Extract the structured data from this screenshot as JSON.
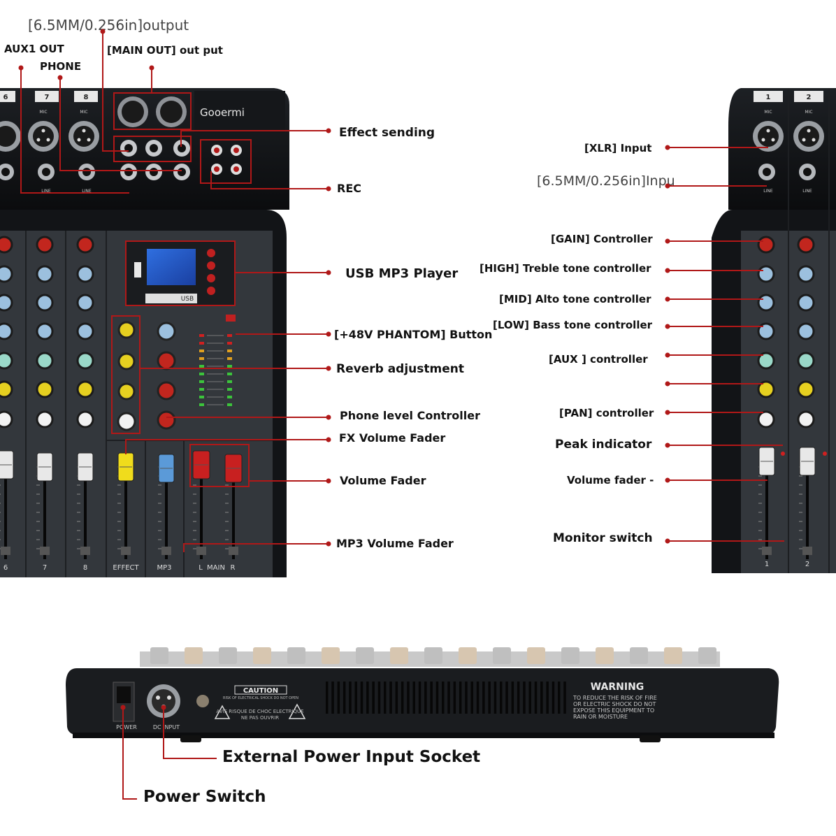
{
  "brand": "Gooermi",
  "colors": {
    "callout": "#b01818",
    "panel": "#2c2f33",
    "body": "#101215",
    "led_green": "#3cc43c",
    "led_amber": "#e0a020",
    "led_red": "#d02020"
  },
  "top_labels": {
    "output_6_5mm": "[6.5MM/0.256in]output",
    "aux1_out": "AUX1 OUT",
    "phone": "PHONE",
    "main_out": "[MAIN OUT] out put"
  },
  "front_callouts": [
    "Effect sending",
    "REC",
    "USB MP3 Player",
    "[+48V PHANTOM] Button",
    "Reverb adjustment",
    "Phone level Controller",
    "FX Volume Fader",
    "Volume Fader",
    "MP3 Volume Fader"
  ],
  "channel_callouts": [
    "[XLR]  Input",
    "[6.5MM/0.256in]Inpu",
    "[GAIN] Controller",
    "[HIGH] Treble tone controller",
    "[MID] Alto tone controller",
    "[LOW] Bass tone controller",
    "[AUX  ] controller",
    "[PAN] controller",
    "Peak indicator",
    "Volume fader -",
    "Monitor switch"
  ],
  "back_callouts": {
    "dc_socket": "External Power Input Socket",
    "power_switch": "Power Switch"
  },
  "panel_text": {
    "ch6": "6",
    "ch7": "7",
    "ch8": "8",
    "ch1": "1",
    "ch2": "2",
    "mic": "MIC",
    "line": "LINE",
    "effect": "EFFECT",
    "mp3": "MP3",
    "main_l": "L",
    "main": "MAIN",
    "main_r": "R",
    "usb": "USB",
    "power": "POWER",
    "dc_input": "DC INPUT",
    "caution": "CAUTION",
    "caution_sub": "RISK OF ELECTRICAL SHOCK DO NOT OPEN",
    "caution_fr1": "AVIS RISQUE DE CHOC ELECTRIQUE",
    "caution_fr2": "NE PAS OUVRIR",
    "warning": "WARNING",
    "warning_lines": [
      "TO REDUCE THE RISK OF FIRE",
      "OR ELECTRIC SHOCK DO NOT",
      "EXPOSE THIS EQUIPMENT TO",
      "RAIN OR MOISTURE"
    ]
  },
  "meter_leds": 10
}
